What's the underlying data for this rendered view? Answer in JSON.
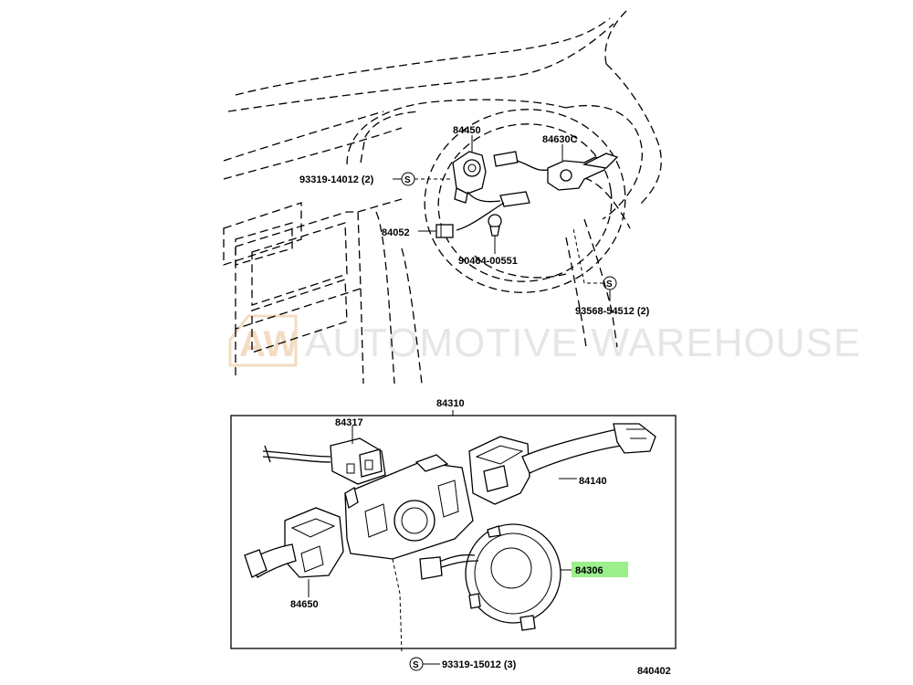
{
  "watermark": {
    "logo_text": "AW",
    "text": "AUTOMOTIVE WAREHOUSE"
  },
  "diagram_code": "840402",
  "assembly_label": "84310",
  "highlight_color": "#9cf08c",
  "callouts": {
    "p84450": "84450",
    "p84630c": "84630C",
    "p93319_14012": "93319-14012 (2)",
    "p84052": "84052",
    "p90464_00551": "90464-00551",
    "p93568_54512": "93568-54512 (2)",
    "p84317": "84317",
    "p84140": "84140",
    "p84306": "84306",
    "p84650": "84650",
    "p93319_15012": "93319-15012 (3)"
  },
  "screw_symbol": "S"
}
